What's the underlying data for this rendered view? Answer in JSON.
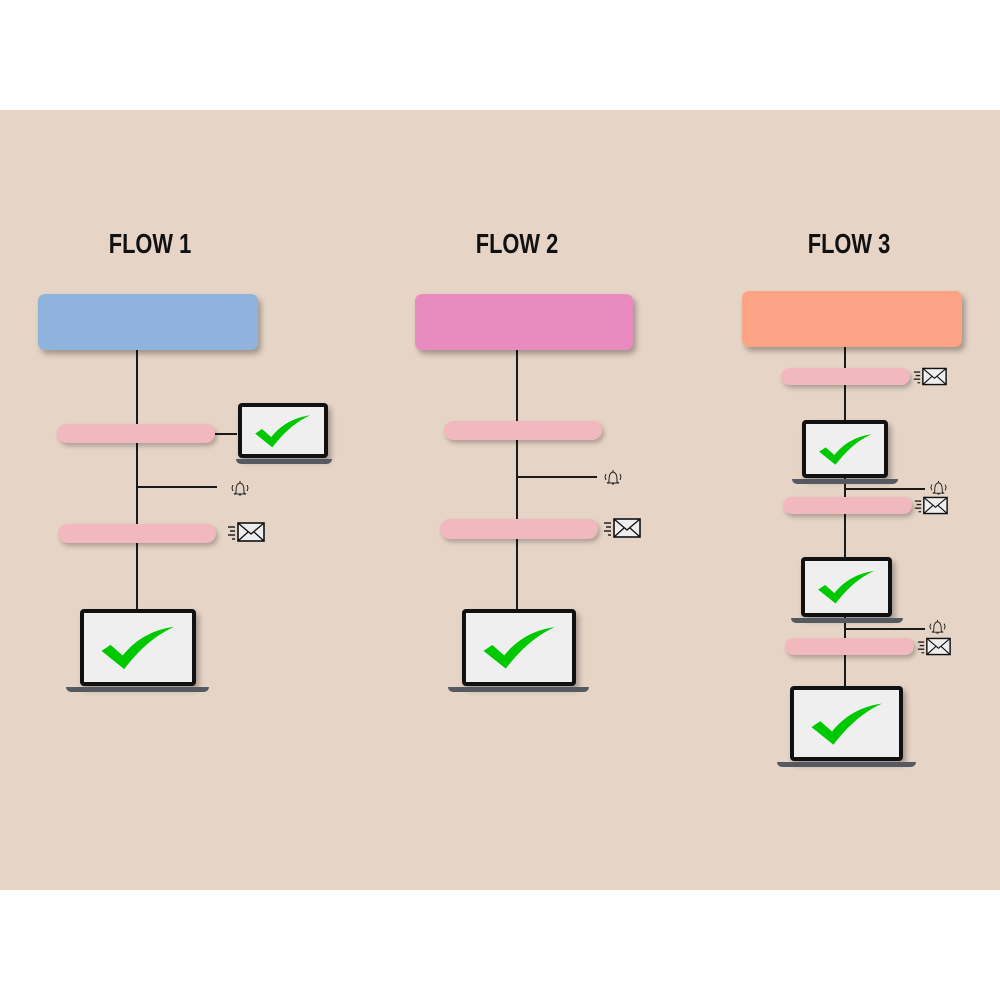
{
  "flows": [
    {
      "title": "FLOW 1",
      "header_color": "#8FB3DD"
    },
    {
      "title": "FLOW 2",
      "header_color": "#EA8BC0"
    },
    {
      "title": "FLOW 3",
      "header_color": "#FCA386"
    }
  ],
  "colors": {
    "background": "#E6D4C6",
    "pill": "#F1B8BE",
    "check": "#00C800"
  },
  "icons": [
    "bell-icon",
    "email-icon",
    "laptop-check-icon"
  ]
}
